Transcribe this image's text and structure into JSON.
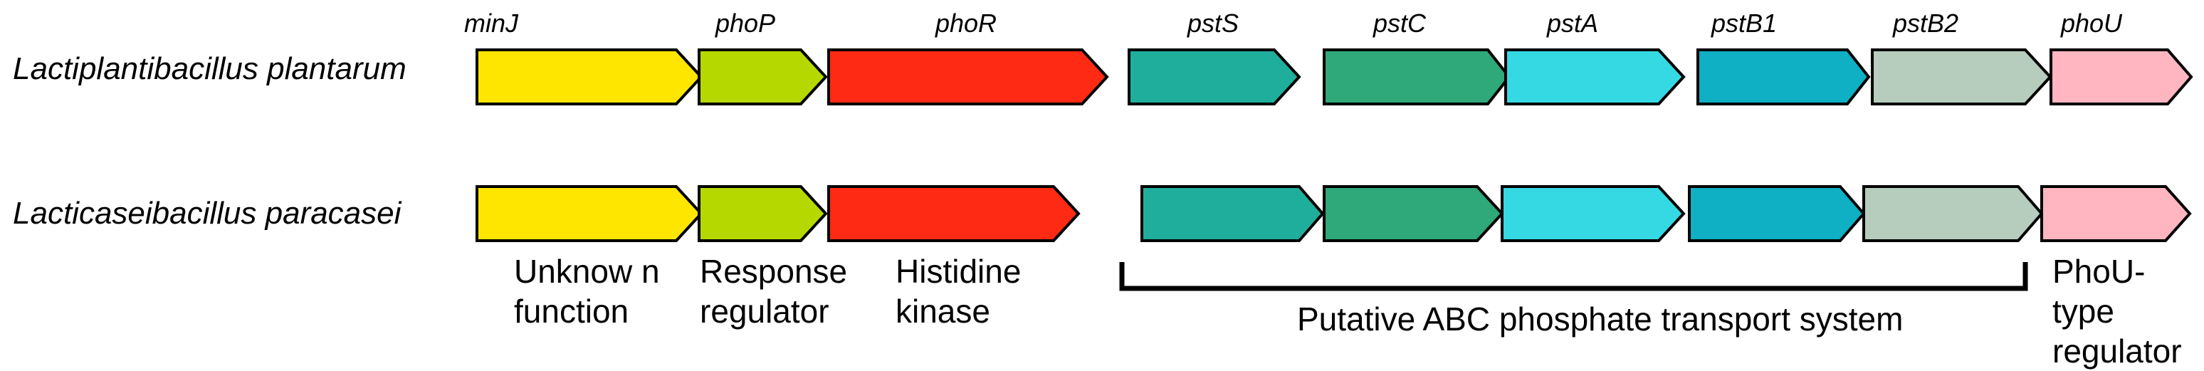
{
  "species": [
    "Lactiplantibacillus plantarum",
    "Lacticaseibacillus paracasei"
  ],
  "genes": [
    "minJ",
    "phoP",
    "phoR",
    "pstS",
    "pstC",
    "pstA",
    "pstB1",
    "pstB2",
    "phoU"
  ],
  "functions": {
    "unknown": "Unknow n\nfunction",
    "response": "Response\nregulator",
    "histidine": "Histidine\nkinase",
    "abc": "Putative  ABC phosphate transport system",
    "phou": "PhoU-type\nregulator"
  },
  "colors": {
    "minJ": "#ffe600",
    "phoP": "#b5d900",
    "phoR": "#ff2a14",
    "pstS": "#1fae9c",
    "pstC": "#2fa87a",
    "pstA": "#35d9e3",
    "pstB1": "#0fafc4",
    "pstB2": "#b6cdbd",
    "phoU": "#ffb6c1"
  }
}
